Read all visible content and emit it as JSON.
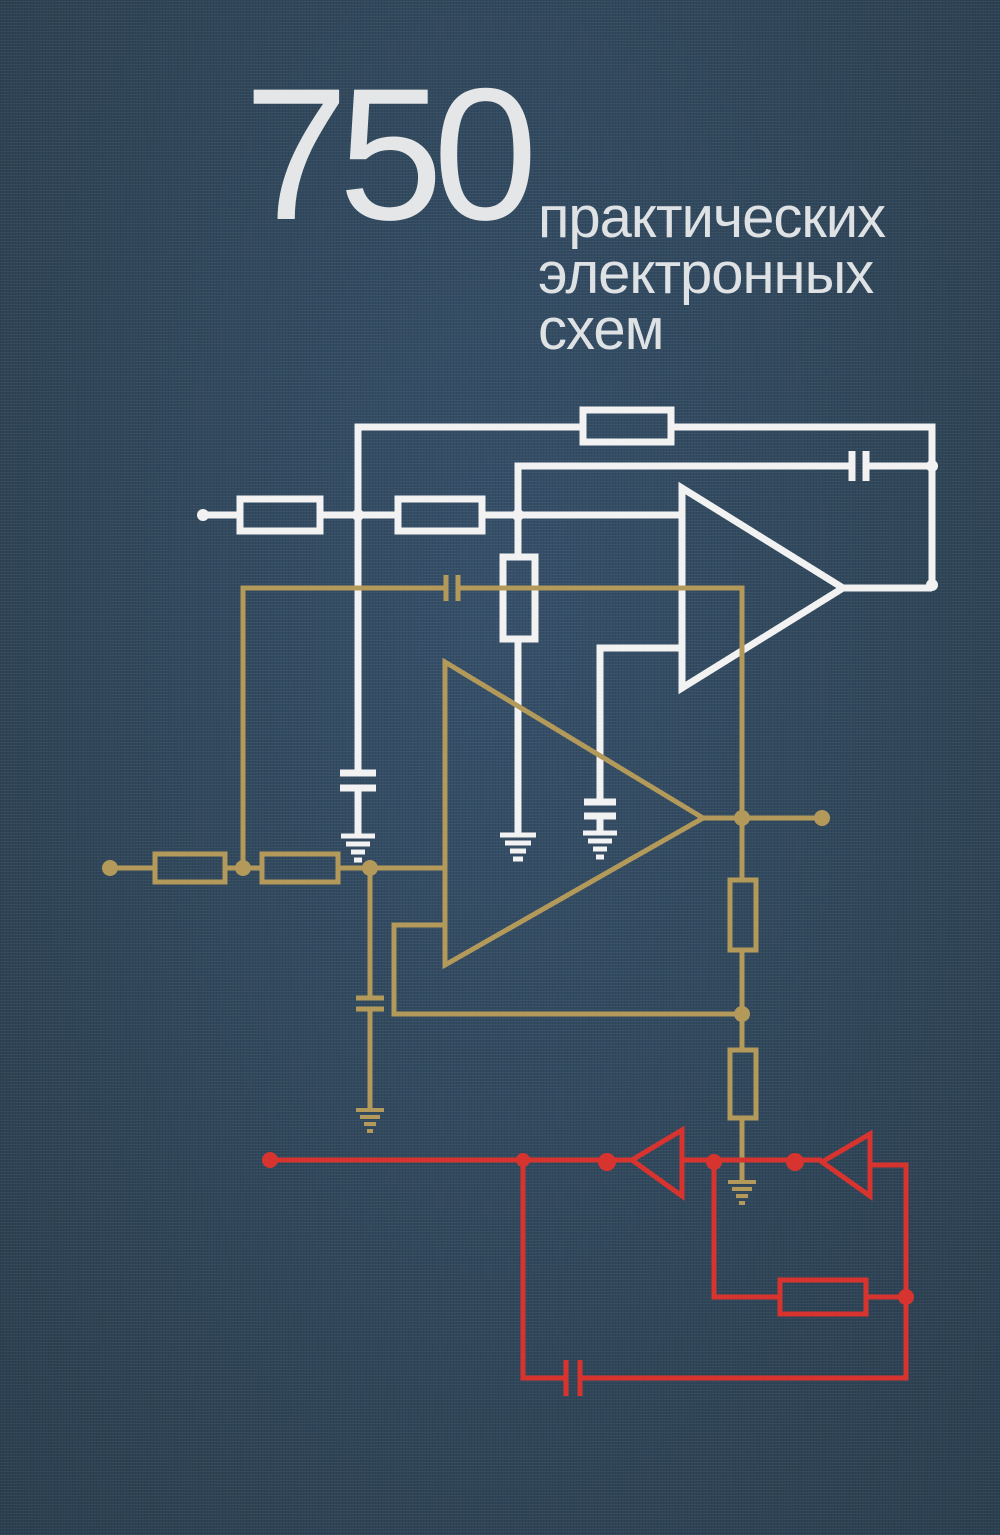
{
  "cover": {
    "number": "750",
    "title_lines": [
      "практических",
      "электронных",
      "схем"
    ]
  },
  "colors": {
    "background": "#33495b",
    "title_text": "#e4e6e8",
    "circuit_white": "#f2f2f2",
    "circuit_gold": "#b39a5a",
    "circuit_red": "#d8342f"
  },
  "icons": [
    "resistor-icon",
    "capacitor-icon",
    "op-amp-icon",
    "ground-icon",
    "buffer-amplifier-icon"
  ]
}
